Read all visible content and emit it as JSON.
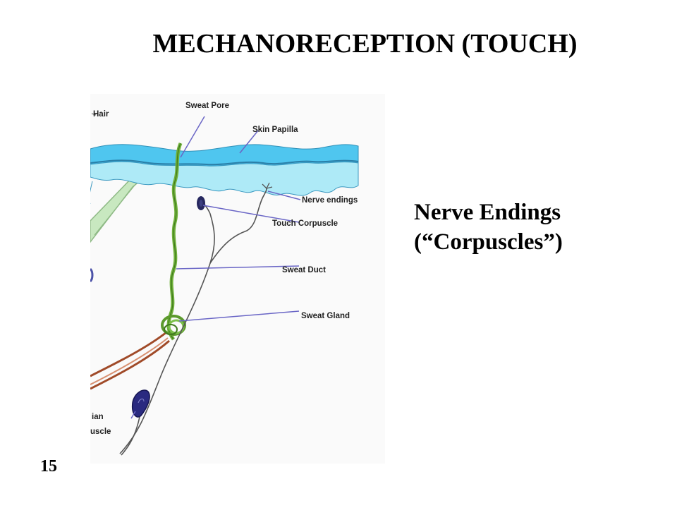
{
  "slide": {
    "title": "MECHANORECEPTION (TOUCH)",
    "side_text": [
      "Nerve Endings",
      "(“Corpuscles”)"
    ],
    "page_number": "15"
  },
  "diagram": {
    "labels": {
      "hair": "Hair",
      "sweat_pore": "Sweat Pore",
      "skin_papilla": "Skin Papilla",
      "nerve_endings": "Nerve endings",
      "touch_corpuscle": "Touch Corpuscle",
      "sweat_duct": "Sweat Duct",
      "sweat_gland": "Sweat Gland",
      "pacinian_partial_1": "ian",
      "pacinian_partial_2": "uscle"
    },
    "colors": {
      "epidermis_top": "#55c8f0",
      "epidermis_bottom": "#aeeaf7",
      "sweat_duct": "#5c9a2c",
      "nerve": "#555555",
      "corpuscle": "#27285f",
      "leader_line": "#6a66c6",
      "hair_shaft": "#c8e8c0",
      "vessel": "#a04a28"
    }
  }
}
